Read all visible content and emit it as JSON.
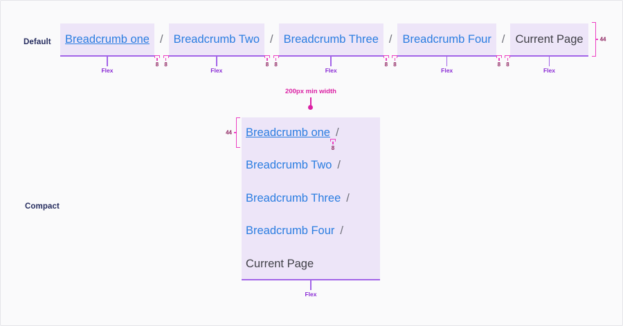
{
  "sections": {
    "default": {
      "label": "Default",
      "separator": "/",
      "items": [
        {
          "label": "Breadcrumb one",
          "type": "link",
          "underlined": true
        },
        {
          "label": "Breadcrumb Two",
          "type": "link",
          "underlined": false
        },
        {
          "label": "Breadcrumb Three",
          "type": "link",
          "underlined": false
        },
        {
          "label": "Breadcrumb Four",
          "type": "link",
          "underlined": false
        },
        {
          "label": "Current Page",
          "type": "current",
          "underlined": false
        }
      ]
    },
    "compact": {
      "label": "Compact",
      "separator": "/",
      "min_width_label": "200px min width",
      "items": [
        {
          "label": "Breadcrumb one",
          "type": "link",
          "underlined": true
        },
        {
          "label": "Breadcrumb Two",
          "type": "link",
          "underlined": false
        },
        {
          "label": "Breadcrumb Three",
          "type": "link",
          "underlined": false
        },
        {
          "label": "Breadcrumb Four",
          "type": "link",
          "underlined": false
        },
        {
          "label": "Current Page",
          "type": "current",
          "underlined": false
        }
      ]
    }
  },
  "annotations": {
    "flex": "Flex",
    "gap": "8",
    "height": "44"
  },
  "colors": {
    "background": "#FAFAFB",
    "item_highlight": "#EDE5F8",
    "link_blue": "#2A7DE1",
    "current_text": "#3F3F46",
    "separator_gray": "#6F7079",
    "measure_purple": "#A263E8",
    "flex_label_purple": "#8A2BD5",
    "bracket_pink": "#ED3EC2",
    "number_magenta": "#8E2460",
    "min_width_pink": "#DB21A4",
    "section_label_navy": "#252C5E"
  }
}
